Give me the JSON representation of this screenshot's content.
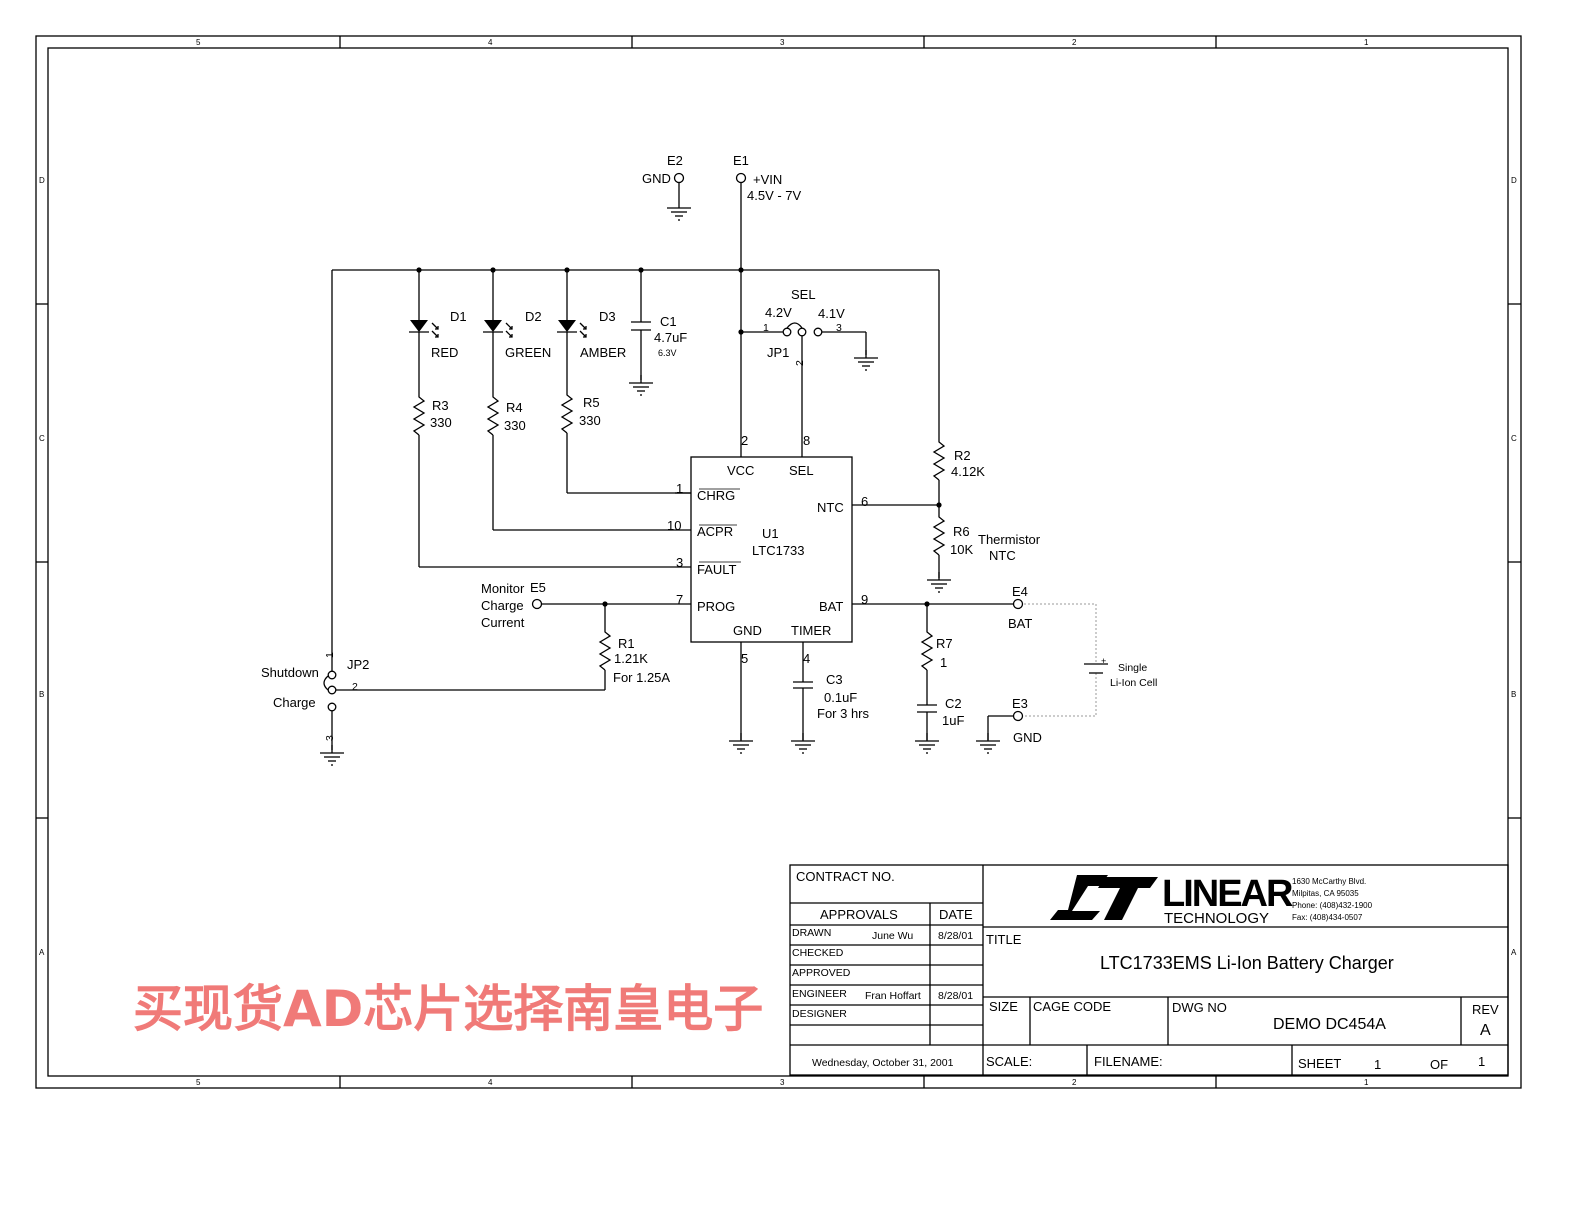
{
  "frame": {
    "columns": [
      "5",
      "4",
      "3",
      "2",
      "1"
    ],
    "rows": [
      "D",
      "C",
      "B",
      "A"
    ]
  },
  "terminals": {
    "e2": {
      "ref": "E2",
      "net": "GND"
    },
    "e1": {
      "ref": "E1",
      "net": "+VIN",
      "range": "4.5V - 7V"
    },
    "e5": {
      "ref": "E5",
      "label_lines": [
        "Monitor",
        "Charge",
        "Current"
      ]
    },
    "e4": {
      "ref": "E4",
      "net": "BAT"
    },
    "e3": {
      "ref": "E3",
      "net": "GND"
    }
  },
  "leds": [
    {
      "ref": "D1",
      "color": "RED"
    },
    {
      "ref": "D2",
      "color": "GREEN"
    },
    {
      "ref": "D3",
      "color": "AMBER"
    }
  ],
  "resistors": {
    "r3": {
      "ref": "R3",
      "value": "330"
    },
    "r4": {
      "ref": "R4",
      "value": "330"
    },
    "r5": {
      "ref": "R5",
      "value": "330"
    },
    "r2": {
      "ref": "R2",
      "value": "4.12K"
    },
    "r6": {
      "ref": "R6",
      "value": "10K",
      "note1": "Thermistor",
      "note2": "NTC"
    },
    "r1": {
      "ref": "R1",
      "value": "1.21K",
      "note": "For 1.25A"
    },
    "r7": {
      "ref": "R7",
      "value": "1"
    }
  },
  "capacitors": {
    "c1": {
      "ref": "C1",
      "value": "4.7uF",
      "rating": "6.3V"
    },
    "c3": {
      "ref": "C3",
      "value": "0.1uF",
      "note": "For 3 hrs"
    },
    "c2": {
      "ref": "C2",
      "value": "1uF"
    }
  },
  "jp1": {
    "ref": "JP1",
    "title": "SEL",
    "opt1": "4.2V",
    "opt3": "4.1V",
    "pin1": "1",
    "pin2": "2",
    "pin3": "3"
  },
  "jp2": {
    "ref": "JP2",
    "opt1": "Shutdown",
    "opt3": "Charge",
    "pin1": "1",
    "pin2": "2",
    "pin3": "3"
  },
  "battery": {
    "line1": "Single",
    "line2": "Li-Ion Cell",
    "polarity": "+"
  },
  "ic": {
    "ref": "U1",
    "part": "LTC1733",
    "pins": {
      "vcc": {
        "name": "VCC",
        "num": "2"
      },
      "sel": {
        "name": "SEL",
        "num": "8"
      },
      "chrg": {
        "name": "CHRG",
        "num": "1"
      },
      "ntc": {
        "name": "NTC",
        "num": "6"
      },
      "acpr": {
        "name": "ACPR",
        "num": "10"
      },
      "fault": {
        "name": "FAULT",
        "num": "3"
      },
      "prog": {
        "name": "PROG",
        "num": "7"
      },
      "bat": {
        "name": "BAT",
        "num": "9"
      },
      "gnd": {
        "name": "GND",
        "num": "5"
      },
      "timer": {
        "name": "TIMER",
        "num": "4"
      }
    }
  },
  "title_block": {
    "contract": "CONTRACT NO.",
    "approvals": "APPROVALS",
    "date": "DATE",
    "rows": [
      {
        "role": "DRAWN",
        "name": "June Wu",
        "date": "8/28/01"
      },
      {
        "role": "CHECKED",
        "name": "",
        "date": ""
      },
      {
        "role": "APPROVED",
        "name": "",
        "date": ""
      },
      {
        "role": "ENGINEER",
        "name": "Fran Hoffart",
        "date": "8/28/01"
      },
      {
        "role": "DESIGNER",
        "name": "",
        "date": ""
      }
    ],
    "print_date": "Wednesday, October 31, 2001",
    "logo_word": "LINEAR",
    "logo_sub": "TECHNOLOGY",
    "address": [
      "1630 McCarthy Blvd.",
      "Milpitas, CA 95035",
      "Phone: (408)432-1900",
      "Fax: (408)434-0507"
    ],
    "title_label": "TITLE",
    "title": "LTC1733EMS Li-Ion Battery Charger",
    "size_label": "SIZE",
    "cage_label": "CAGE CODE",
    "dwg_label": "DWG NO",
    "dwg_no": "DEMO DC454A",
    "rev_label": "REV",
    "rev": "A",
    "scale_label": "SCALE:",
    "filename_label": "FILENAME:",
    "sheet_label": "SHEET",
    "sheet": "1",
    "of_label": "OF",
    "of": "1"
  },
  "watermark": "买现货AD芯片选择南皇电子"
}
